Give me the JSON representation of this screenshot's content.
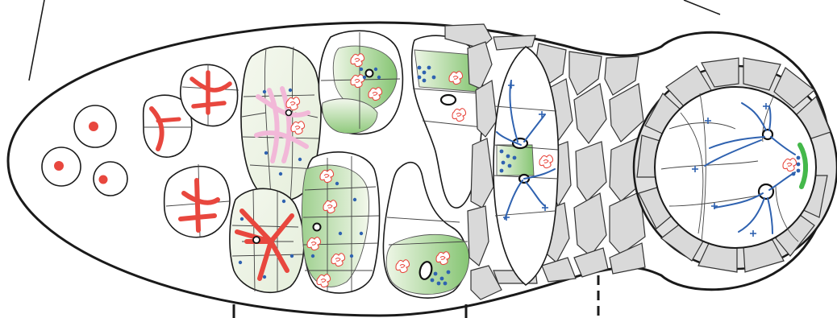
{
  "diagram": {
    "type": "drosophila-germarium-schematic",
    "colors": {
      "outline": "#1a1a1a",
      "fusome": "#e8473e",
      "fusome_early_pink": "#f2b8d8",
      "microtubule": "#2f62b0",
      "oocyte_green_light": "#e9f5df",
      "oocyte_green_dark": "#7cc36a",
      "follicle_cell": "#d9d9d9",
      "oocyte_crescent": "#44b84a"
    },
    "icons": [
      "plus-end-marker",
      "mrna-squiggle-icon",
      "centrosome-ring-icon"
    ],
    "region_dividers": 3
  }
}
